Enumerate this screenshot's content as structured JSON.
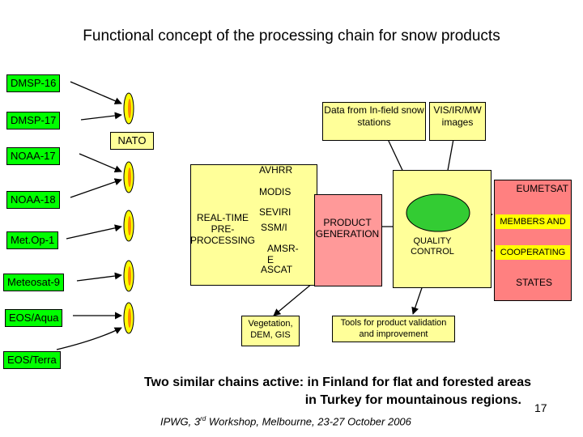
{
  "title": "Functional concept of the processing chain for snow products",
  "satellites": [
    "DMSP-16",
    "DMSP-17",
    "NOAA-17",
    "NOAA-18",
    "Met.Op-1",
    "Meteosat-9",
    "EOS/Aqua",
    "EOS/Terra"
  ],
  "nato": "NATO",
  "field_stations": "Data from In-field snow stations",
  "vis_images": "VIS/IR/MW images",
  "sensors": [
    "AVHRR",
    "MODIS",
    "SEVIRI",
    "SSM/I",
    "AMSR-E",
    "ASCAT"
  ],
  "preprocessing": "REAL-TIME PRE-PROCESSING",
  "product_generation": "PRODUCT GENERATION",
  "quality_control": "QUALITY CONTROL",
  "vegetation": "Vegetation, DEM, GIS",
  "tools": "Tools for product validation and improvement",
  "eumetsat": {
    "title": "EUMETSAT",
    "members": "MEMBERS AND",
    "cooperating": "COOPERATING",
    "states": "STATES"
  },
  "footer": {
    "line1": "Two similar chains active: in Finland for flat and forested areas",
    "line2": "in Turkey for mountainous regions.",
    "page": "17",
    "workshop_pre": "IPWG, 3",
    "workshop_sup": "rd",
    "workshop_post": " Workshop, Melbourne, 23-27 October 2006"
  },
  "colors": {
    "satellite_fill": "#00ff00",
    "field_fill": "#ffff99",
    "eumetsat_fill": "#ff8080",
    "eumetsat_inner": "#ffff00",
    "quality_circle": "#33cc33",
    "product_fill": "#ff9999"
  }
}
